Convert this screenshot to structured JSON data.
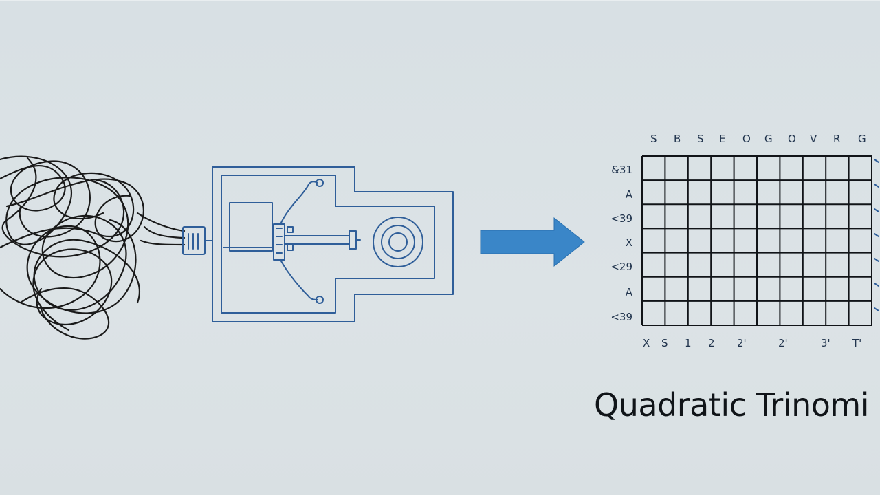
{
  "caption": "Quadratic Trinomi",
  "grid": {
    "column_labels": [
      "S",
      "B",
      "S",
      "E",
      "O",
      "G",
      "O",
      "V",
      "R",
      "G"
    ],
    "row_labels": [
      "&31",
      "A",
      "<39",
      "X",
      "<29",
      "A",
      "<39"
    ],
    "bottom_labels": [
      "X",
      "S",
      "1",
      "2",
      "2'",
      "2'",
      "3'",
      "T'"
    ],
    "columns": 10,
    "rows": 7
  },
  "colors": {
    "background": "#d9e1e5",
    "ink": "#1a1a1a",
    "device_outline": "#2f5e99",
    "arrow": "#3a86c8",
    "caption": "#101418"
  },
  "icons": [
    "tangled-wires-icon",
    "circuit-device-icon",
    "right-arrow-icon",
    "grid-table-icon"
  ]
}
